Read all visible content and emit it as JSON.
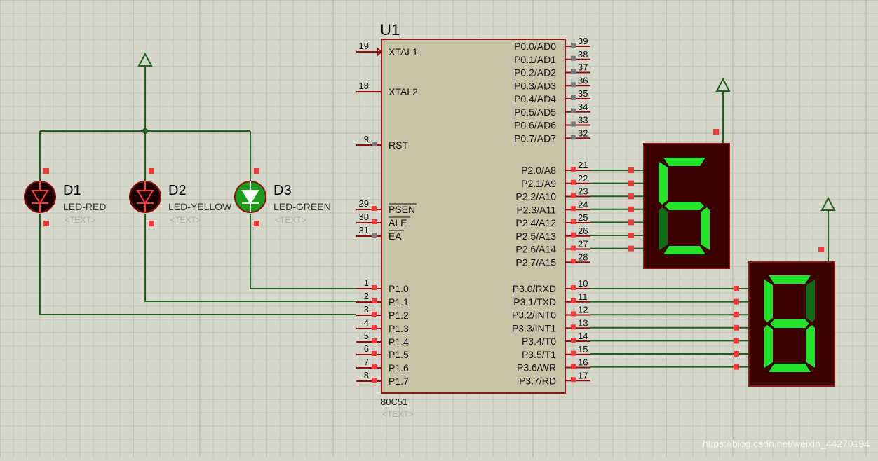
{
  "colors": {
    "background": "#d5d7ca",
    "grid_minor": "#c2c5b6",
    "grid_major": "#aeb1a2",
    "wire": "#1f5f1f",
    "pin_line": "#8a1010",
    "ic_body": "#c6c3a7",
    "ic_border": "#8a1a1a",
    "pin_marker": "#f03a3a",
    "nc_marker": "#7a7a7a",
    "seg_bg": "#3b0000",
    "seg_on": "#22e22a",
    "seg_dim": "#0f6b14",
    "led_red_body": "#1a0000",
    "led_green_body": "#1c9c1c",
    "text_muted": "#a9a9a9"
  },
  "ic": {
    "ref": "U1",
    "part": "80C51",
    "text_placeholder": "<TEXT>",
    "left_pins": [
      {
        "num": "19",
        "name": "XTAL1"
      },
      {
        "num": "18",
        "name": "XTAL2"
      },
      {
        "num": "9",
        "name": "RST"
      },
      {
        "num": "29",
        "name": "PSEN"
      },
      {
        "num": "30",
        "name": "ALE"
      },
      {
        "num": "31",
        "name": "EA"
      },
      {
        "num": "1",
        "name": "P1.0"
      },
      {
        "num": "2",
        "name": "P1.1"
      },
      {
        "num": "3",
        "name": "P1.2"
      },
      {
        "num": "4",
        "name": "P1.3"
      },
      {
        "num": "5",
        "name": "P1.4"
      },
      {
        "num": "6",
        "name": "P1.5"
      },
      {
        "num": "7",
        "name": "P1.6"
      },
      {
        "num": "8",
        "name": "P1.7"
      }
    ],
    "right_pins": [
      {
        "num": "39",
        "name": "P0.0/AD0"
      },
      {
        "num": "38",
        "name": "P0.1/AD1"
      },
      {
        "num": "37",
        "name": "P0.2/AD2"
      },
      {
        "num": "36",
        "name": "P0.3/AD3"
      },
      {
        "num": "35",
        "name": "P0.4/AD4"
      },
      {
        "num": "34",
        "name": "P0.5/AD5"
      },
      {
        "num": "33",
        "name": "P0.6/AD6"
      },
      {
        "num": "32",
        "name": "P0.7/AD7"
      },
      {
        "num": "21",
        "name": "P2.0/A8"
      },
      {
        "num": "22",
        "name": "P2.1/A9"
      },
      {
        "num": "23",
        "name": "P2.2/A10"
      },
      {
        "num": "24",
        "name": "P2.3/A11"
      },
      {
        "num": "25",
        "name": "P2.4/A12"
      },
      {
        "num": "26",
        "name": "P2.5/A13"
      },
      {
        "num": "27",
        "name": "P2.6/A14"
      },
      {
        "num": "28",
        "name": "P2.7/A15"
      },
      {
        "num": "10",
        "name": "P3.0/RXD"
      },
      {
        "num": "11",
        "name": "P3.1/TXD"
      },
      {
        "num": "12",
        "name": "P3.2/INT0"
      },
      {
        "num": "13",
        "name": "P3.3/INT1"
      },
      {
        "num": "14",
        "name": "P3.4/T0"
      },
      {
        "num": "15",
        "name": "P3.5/T1"
      },
      {
        "num": "16",
        "name": "P3.6/WR"
      },
      {
        "num": "17",
        "name": "P3.7/RD"
      }
    ]
  },
  "leds": [
    {
      "ref": "D1",
      "type": "LED-RED",
      "text": "<TEXT>",
      "lit": false
    },
    {
      "ref": "D2",
      "type": "LED-YELLOW",
      "text": "<TEXT>",
      "lit": false
    },
    {
      "ref": "D3",
      "type": "LED-GREEN",
      "text": "<TEXT>",
      "lit": true
    }
  ],
  "displays": [
    {
      "digit": "5",
      "segments_on": [
        "a",
        "f",
        "g",
        "c",
        "d"
      ],
      "segments_dim": [
        "e"
      ]
    },
    {
      "digit": "6",
      "segments_on": [
        "a",
        "f",
        "g",
        "e",
        "d",
        "c"
      ],
      "segments_dim": [
        "b"
      ]
    }
  ],
  "watermark": "https://blog.csdn.net/weixin_44270194"
}
